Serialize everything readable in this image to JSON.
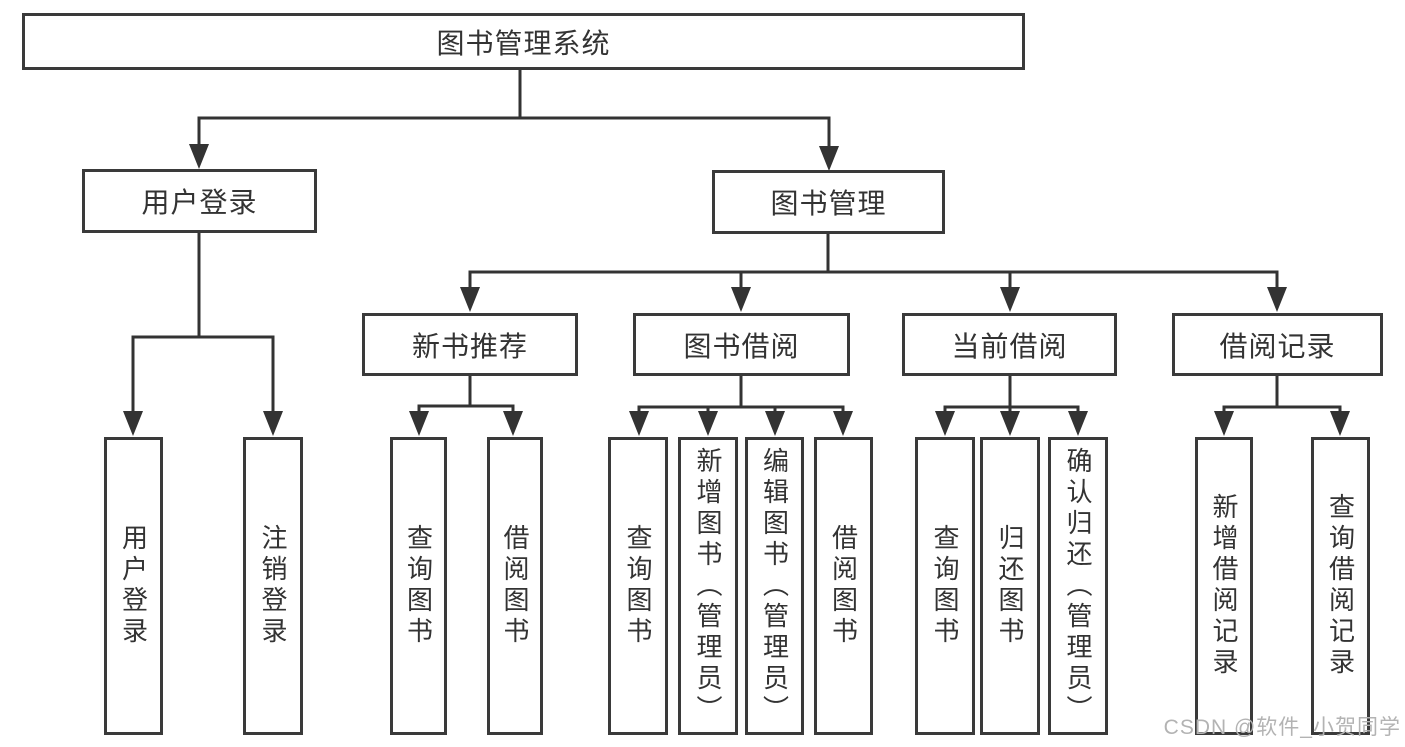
{
  "nodes": {
    "root": "图书管理系统",
    "level2": [
      "用户登录",
      "图书管理"
    ],
    "level3": [
      "新书推荐",
      "图书借阅",
      "当前借阅",
      "借阅记录"
    ],
    "leaves": {
      "user_login": [
        "用户登录",
        "注销登录"
      ],
      "new_book": [
        "查询图书",
        "借阅图书"
      ],
      "book_borrow": [
        "查询图书",
        "新增图书（管理员）",
        "编辑图书（管理员）",
        "借阅图书"
      ],
      "current_borrow": [
        "查询图书",
        "归还图书",
        "确认归还（管理员）"
      ],
      "borrow_records": [
        "新增借阅记录",
        "查询借阅记录"
      ]
    }
  },
  "watermark": "CSDN @软件_小贺同学",
  "colors": {
    "line": "#333333",
    "box_border": "#3a3a3a",
    "text": "#333333",
    "watermark": "#b3b3b3",
    "background": "#ffffff"
  }
}
